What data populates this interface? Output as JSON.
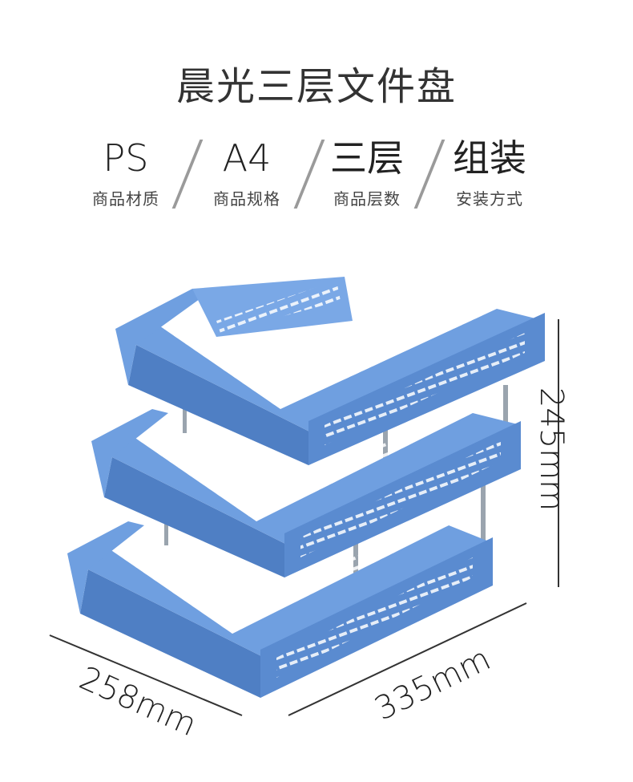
{
  "title": "晨光三层文件盘",
  "specs": [
    {
      "value": "PS",
      "label": "商品材质"
    },
    {
      "value": "A4",
      "label": "商品规格"
    },
    {
      "value": "三层",
      "label": "商品层数"
    },
    {
      "value": "组装",
      "label": "安装方式"
    }
  ],
  "dimensions": {
    "height": "245mm",
    "depth": "258mm",
    "width": "335mm"
  },
  "colors": {
    "tray": "#6f9fe0",
    "tray_dark": "#4f7fc4",
    "tray_light": "#9cc0f0",
    "rod": "#9aa4ae"
  }
}
